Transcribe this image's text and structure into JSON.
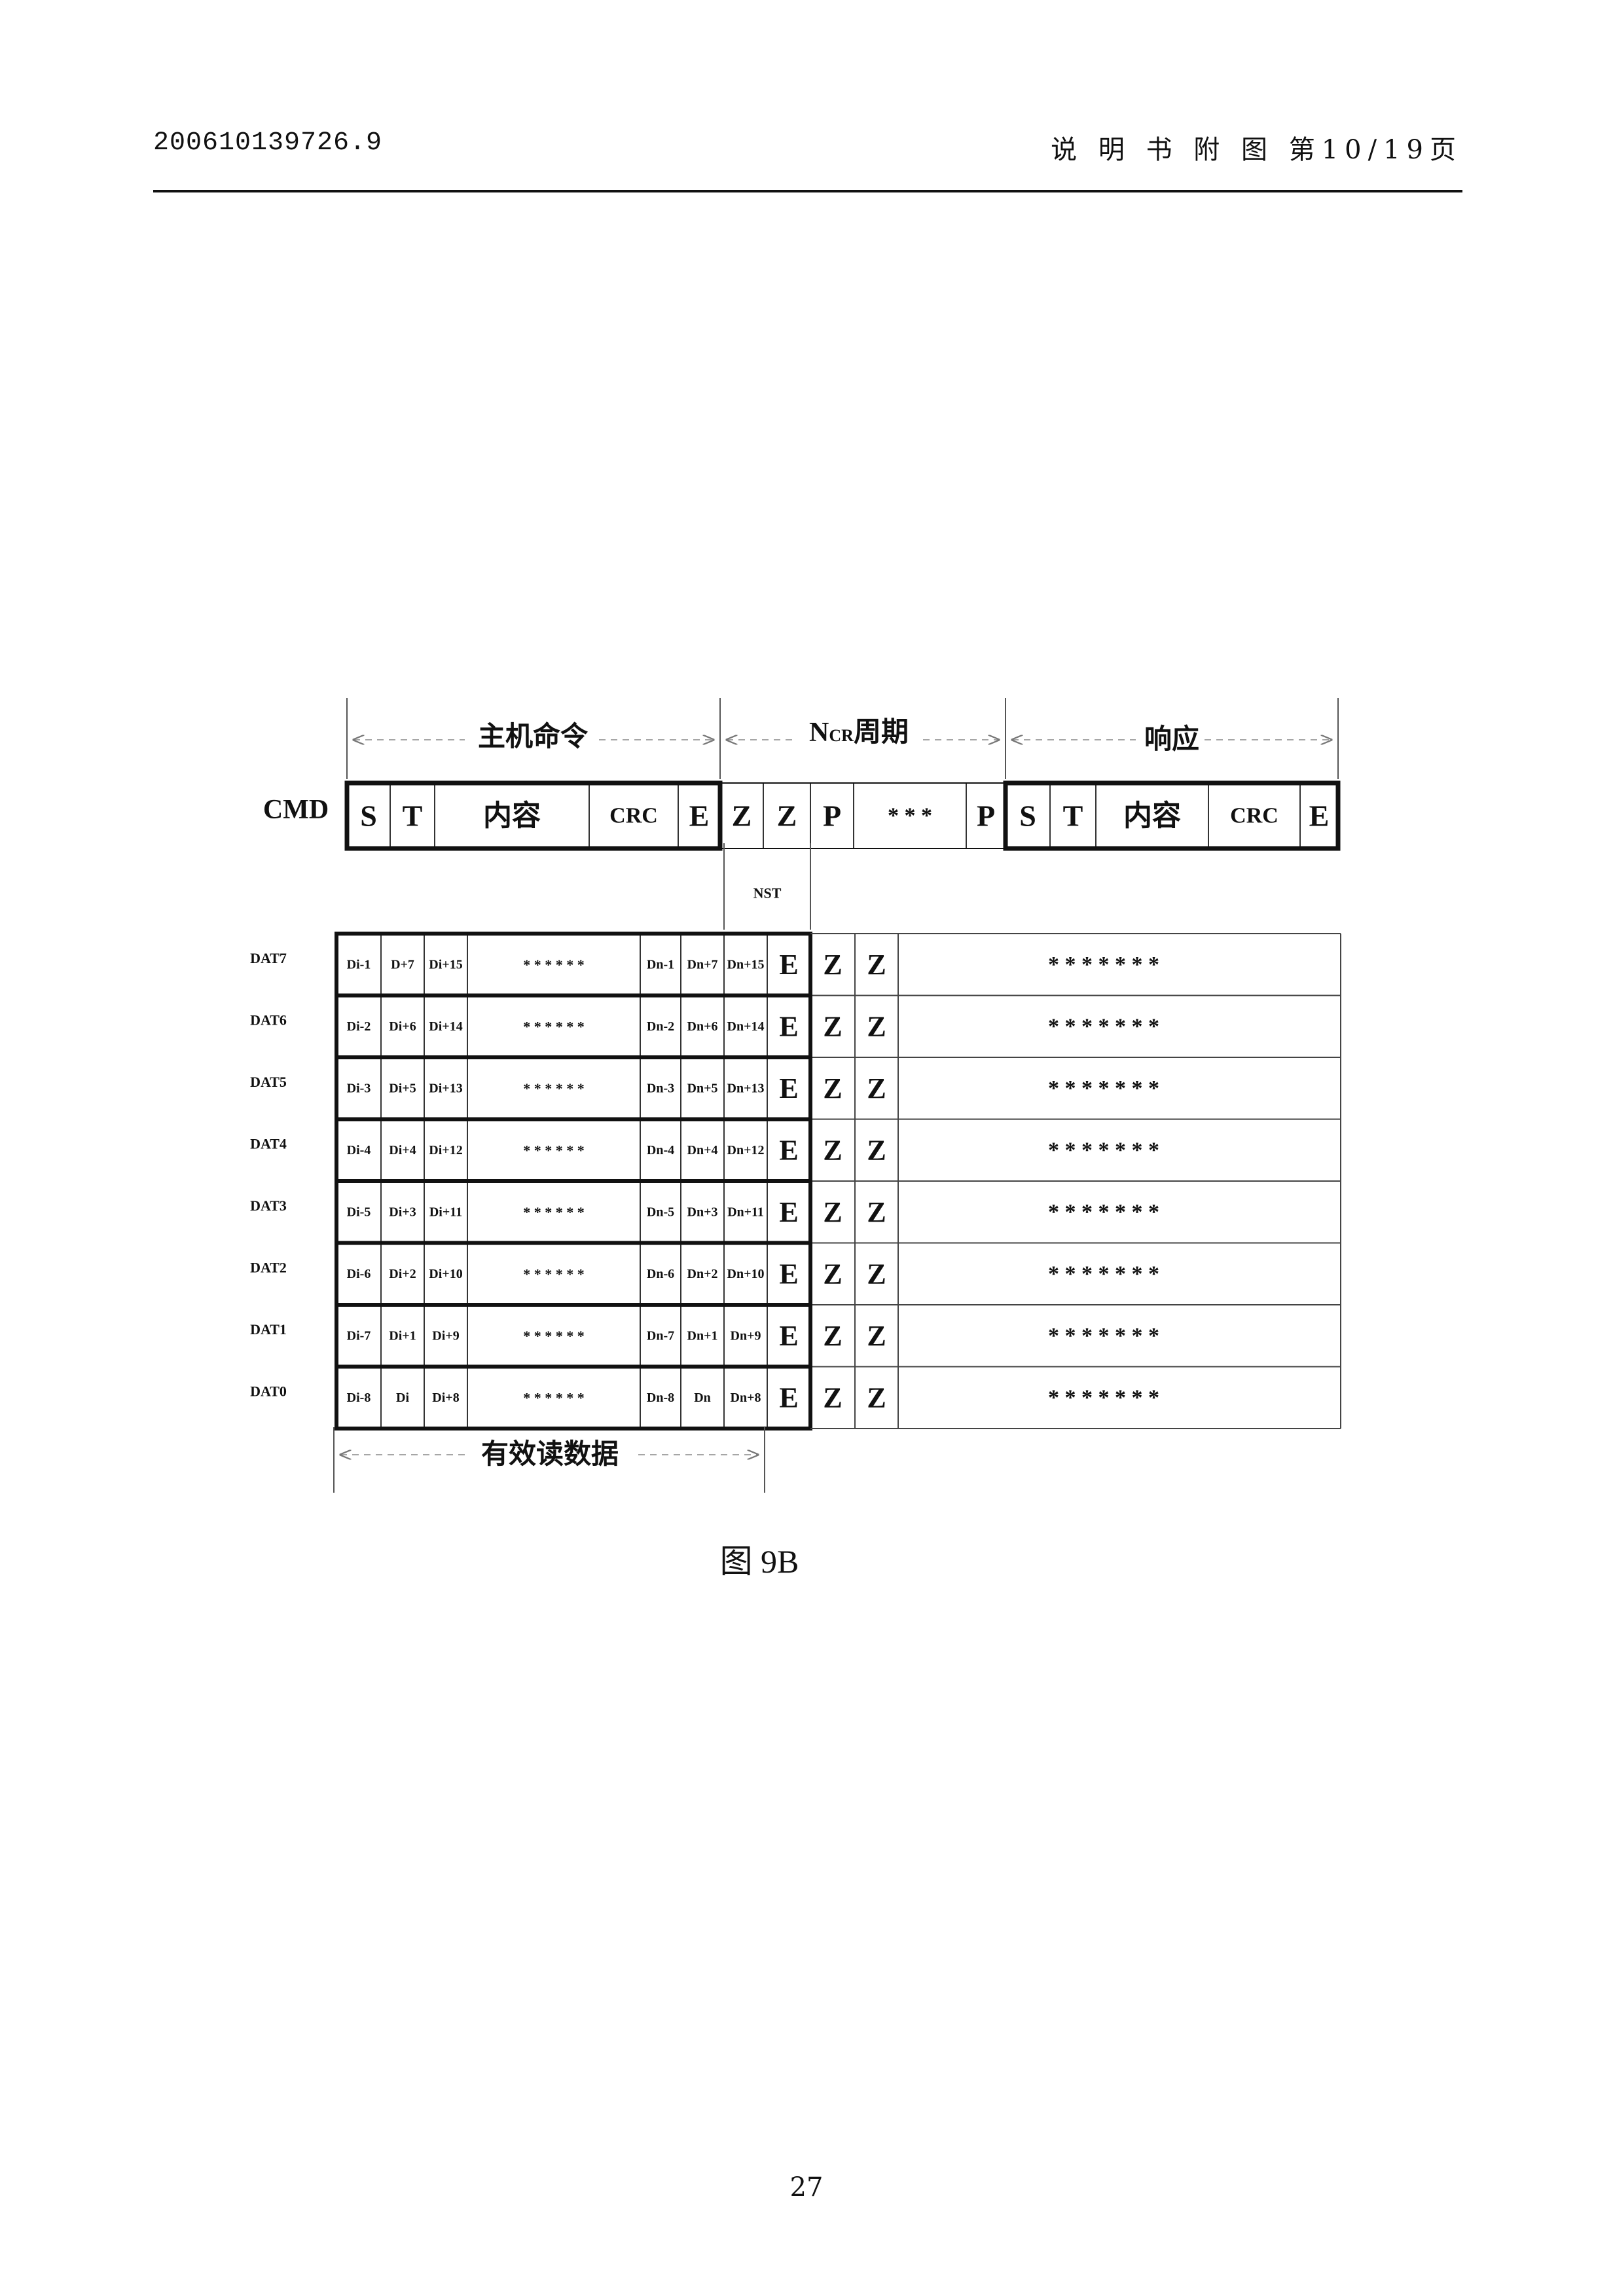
{
  "header": {
    "application_number": "200610139726.9",
    "page_label": "说 明 书 附 图 第10/19页"
  },
  "page_number": "27",
  "figure": {
    "caption": "图 9B",
    "brackets": {
      "host_command": "主机命令",
      "ncr_cycle_main": "N",
      "ncr_cycle_sub": "CR",
      "ncr_cycle_suffix": "周期",
      "response": "响应",
      "valid_read_data": "有效读数据",
      "nst": "NST"
    },
    "cmd": {
      "label": "CMD",
      "host_cells": [
        "S",
        "T",
        "内容",
        "CRC",
        "E"
      ],
      "ncr_cells": [
        "Z",
        "Z",
        "P",
        "* * *",
        "P"
      ],
      "response_cells": [
        "S",
        "T",
        "内容",
        "CRC",
        "E"
      ]
    },
    "dat_rows": [
      {
        "label": "DAT7",
        "cells": [
          "Di-1",
          "D+7",
          "Di+15",
          "* * * * * *",
          "Dn-1",
          "Dn+7",
          "Dn+15"
        ],
        "end": "E",
        "z1": "Z",
        "z2": "Z",
        "tail": "* * * * * * *"
      },
      {
        "label": "DAT6",
        "cells": [
          "Di-2",
          "Di+6",
          "Di+14",
          "* * * * * *",
          "Dn-2",
          "Dn+6",
          "Dn+14"
        ],
        "end": "E",
        "z1": "Z",
        "z2": "Z",
        "tail": "* * * * * * *"
      },
      {
        "label": "DAT5",
        "cells": [
          "Di-3",
          "Di+5",
          "Di+13",
          "* * * * * *",
          "Dn-3",
          "Dn+5",
          "Dn+13"
        ],
        "end": "E",
        "z1": "Z",
        "z2": "Z",
        "tail": "* * * * * * *"
      },
      {
        "label": "DAT4",
        "cells": [
          "Di-4",
          "Di+4",
          "Di+12",
          "* * * * * *",
          "Dn-4",
          "Dn+4",
          "Dn+12"
        ],
        "end": "E",
        "z1": "Z",
        "z2": "Z",
        "tail": "* * * * * * *"
      },
      {
        "label": "DAT3",
        "cells": [
          "Di-5",
          "Di+3",
          "Di+11",
          "* * * * * *",
          "Dn-5",
          "Dn+3",
          "Dn+11"
        ],
        "end": "E",
        "z1": "Z",
        "z2": "Z",
        "tail": "* * * * * * *"
      },
      {
        "label": "DAT2",
        "cells": [
          "Di-6",
          "Di+2",
          "Di+10",
          "* * * * * *",
          "Dn-6",
          "Dn+2",
          "Dn+10"
        ],
        "end": "E",
        "z1": "Z",
        "z2": "Z",
        "tail": "* * * * * * *"
      },
      {
        "label": "DAT1",
        "cells": [
          "Di-7",
          "Di+1",
          "Di+9",
          "* * * * * *",
          "Dn-7",
          "Dn+1",
          "Dn+9"
        ],
        "end": "E",
        "z1": "Z",
        "z2": "Z",
        "tail": "* * * * * * *"
      },
      {
        "label": "DAT0",
        "cells": [
          "Di-8",
          "Di",
          "Di+8",
          "* * * * * *",
          "Dn-8",
          "Dn",
          "Dn+8"
        ],
        "end": "E",
        "z1": "Z",
        "z2": "Z",
        "tail": "* * * * * * *"
      }
    ]
  }
}
